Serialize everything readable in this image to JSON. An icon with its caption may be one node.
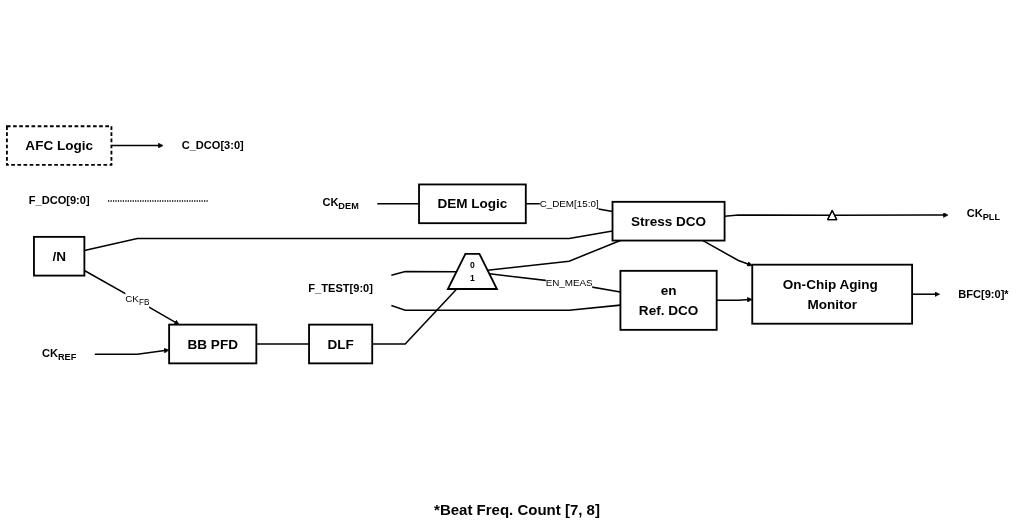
{
  "diagram": {
    "nodes": [
      {
        "text": [
          "AFC Logic"
        ]
      },
      {
        "text": [
          "C_DCO[3:0]"
        ]
      },
      {
        "text": [
          "CK$_{DEM}$"
        ]
      },
      {
        "text": [
          "DEM Logic"
        ]
      },
      {
        "text": [
          "CK$_{REF}$"
        ]
      },
      {
        "text": [
          "BB PFD"
        ]
      },
      {
        "text": [
          "DLF"
        ]
      },
      {
        "text": [
          "0",
          "1"
        ]
      },
      {
        "text": [
          "Stress DCO"
        ]
      },
      {
        "text": [],
        "shape": "triangle"
      },
      {
        "text": [
          "CK$_{PLL}$"
        ]
      },
      {
        "text": [
          "On-Chip Aging Monitor"
        ]
      },
      {
        "text": [
          "BFC[9:0]*"
        ]
      },
      {
        "text": [
          "F_TEST[9:0]"
        ]
      },
      {
        "text": [
          "en",
          "Ref. DCO"
        ]
      },
      {
        "text": [
          "/N"
        ]
      },
      {
        "text": [
          "F_DCO[9:0]"
        ]
      }
    ],
    "edges": [
      {
        "from": 0,
        "to": 1,
        "arrow": "to"
      },
      {
        "from": 2,
        "to": 3,
        "arrow": "none"
      },
      {
        "from": 3,
        "to": 8,
        "arrow": "none",
        "label": "C_DEM[15:0]"
      },
      {
        "from": 4,
        "to": 5,
        "arrow": "to"
      },
      {
        "from": 5,
        "to": 6,
        "arrow": "none"
      },
      {
        "from": 6,
        "to": 7,
        "arrow": "none"
      },
      {
        "from": 7,
        "to": 8,
        "arrow": "none"
      },
      {
        "from": 8,
        "to": 9,
        "arrow": "none"
      },
      {
        "from": 9,
        "to": 10,
        "arrow": "to"
      },
      {
        "from": 8,
        "to": 11,
        "arrow": "to"
      },
      {
        "from": 8,
        "to": 15,
        "arrow": "none"
      },
      {
        "from": 15,
        "to": 5,
        "arrow": "to",
        "label": "CK$_{FB}$"
      },
      {
        "from": 11,
        "to": 12,
        "arrow": "to"
      },
      {
        "from": 13,
        "to": 7,
        "arrow": "none"
      },
      {
        "from": 13,
        "to": 14,
        "arrow": "none"
      },
      {
        "from": 7,
        "to": 14,
        "arrow": "none",
        "label": "EN_MEAS"
      },
      {
        "from": 14,
        "to": 11,
        "arrow": "to"
      },
      {
        "from": 16,
        "to": null,
        "arrow": "none",
        "style": "dashed"
      }
    ],
    "labels": [
      "*Beat Freq. Count [7, 8]"
    ]
  }
}
